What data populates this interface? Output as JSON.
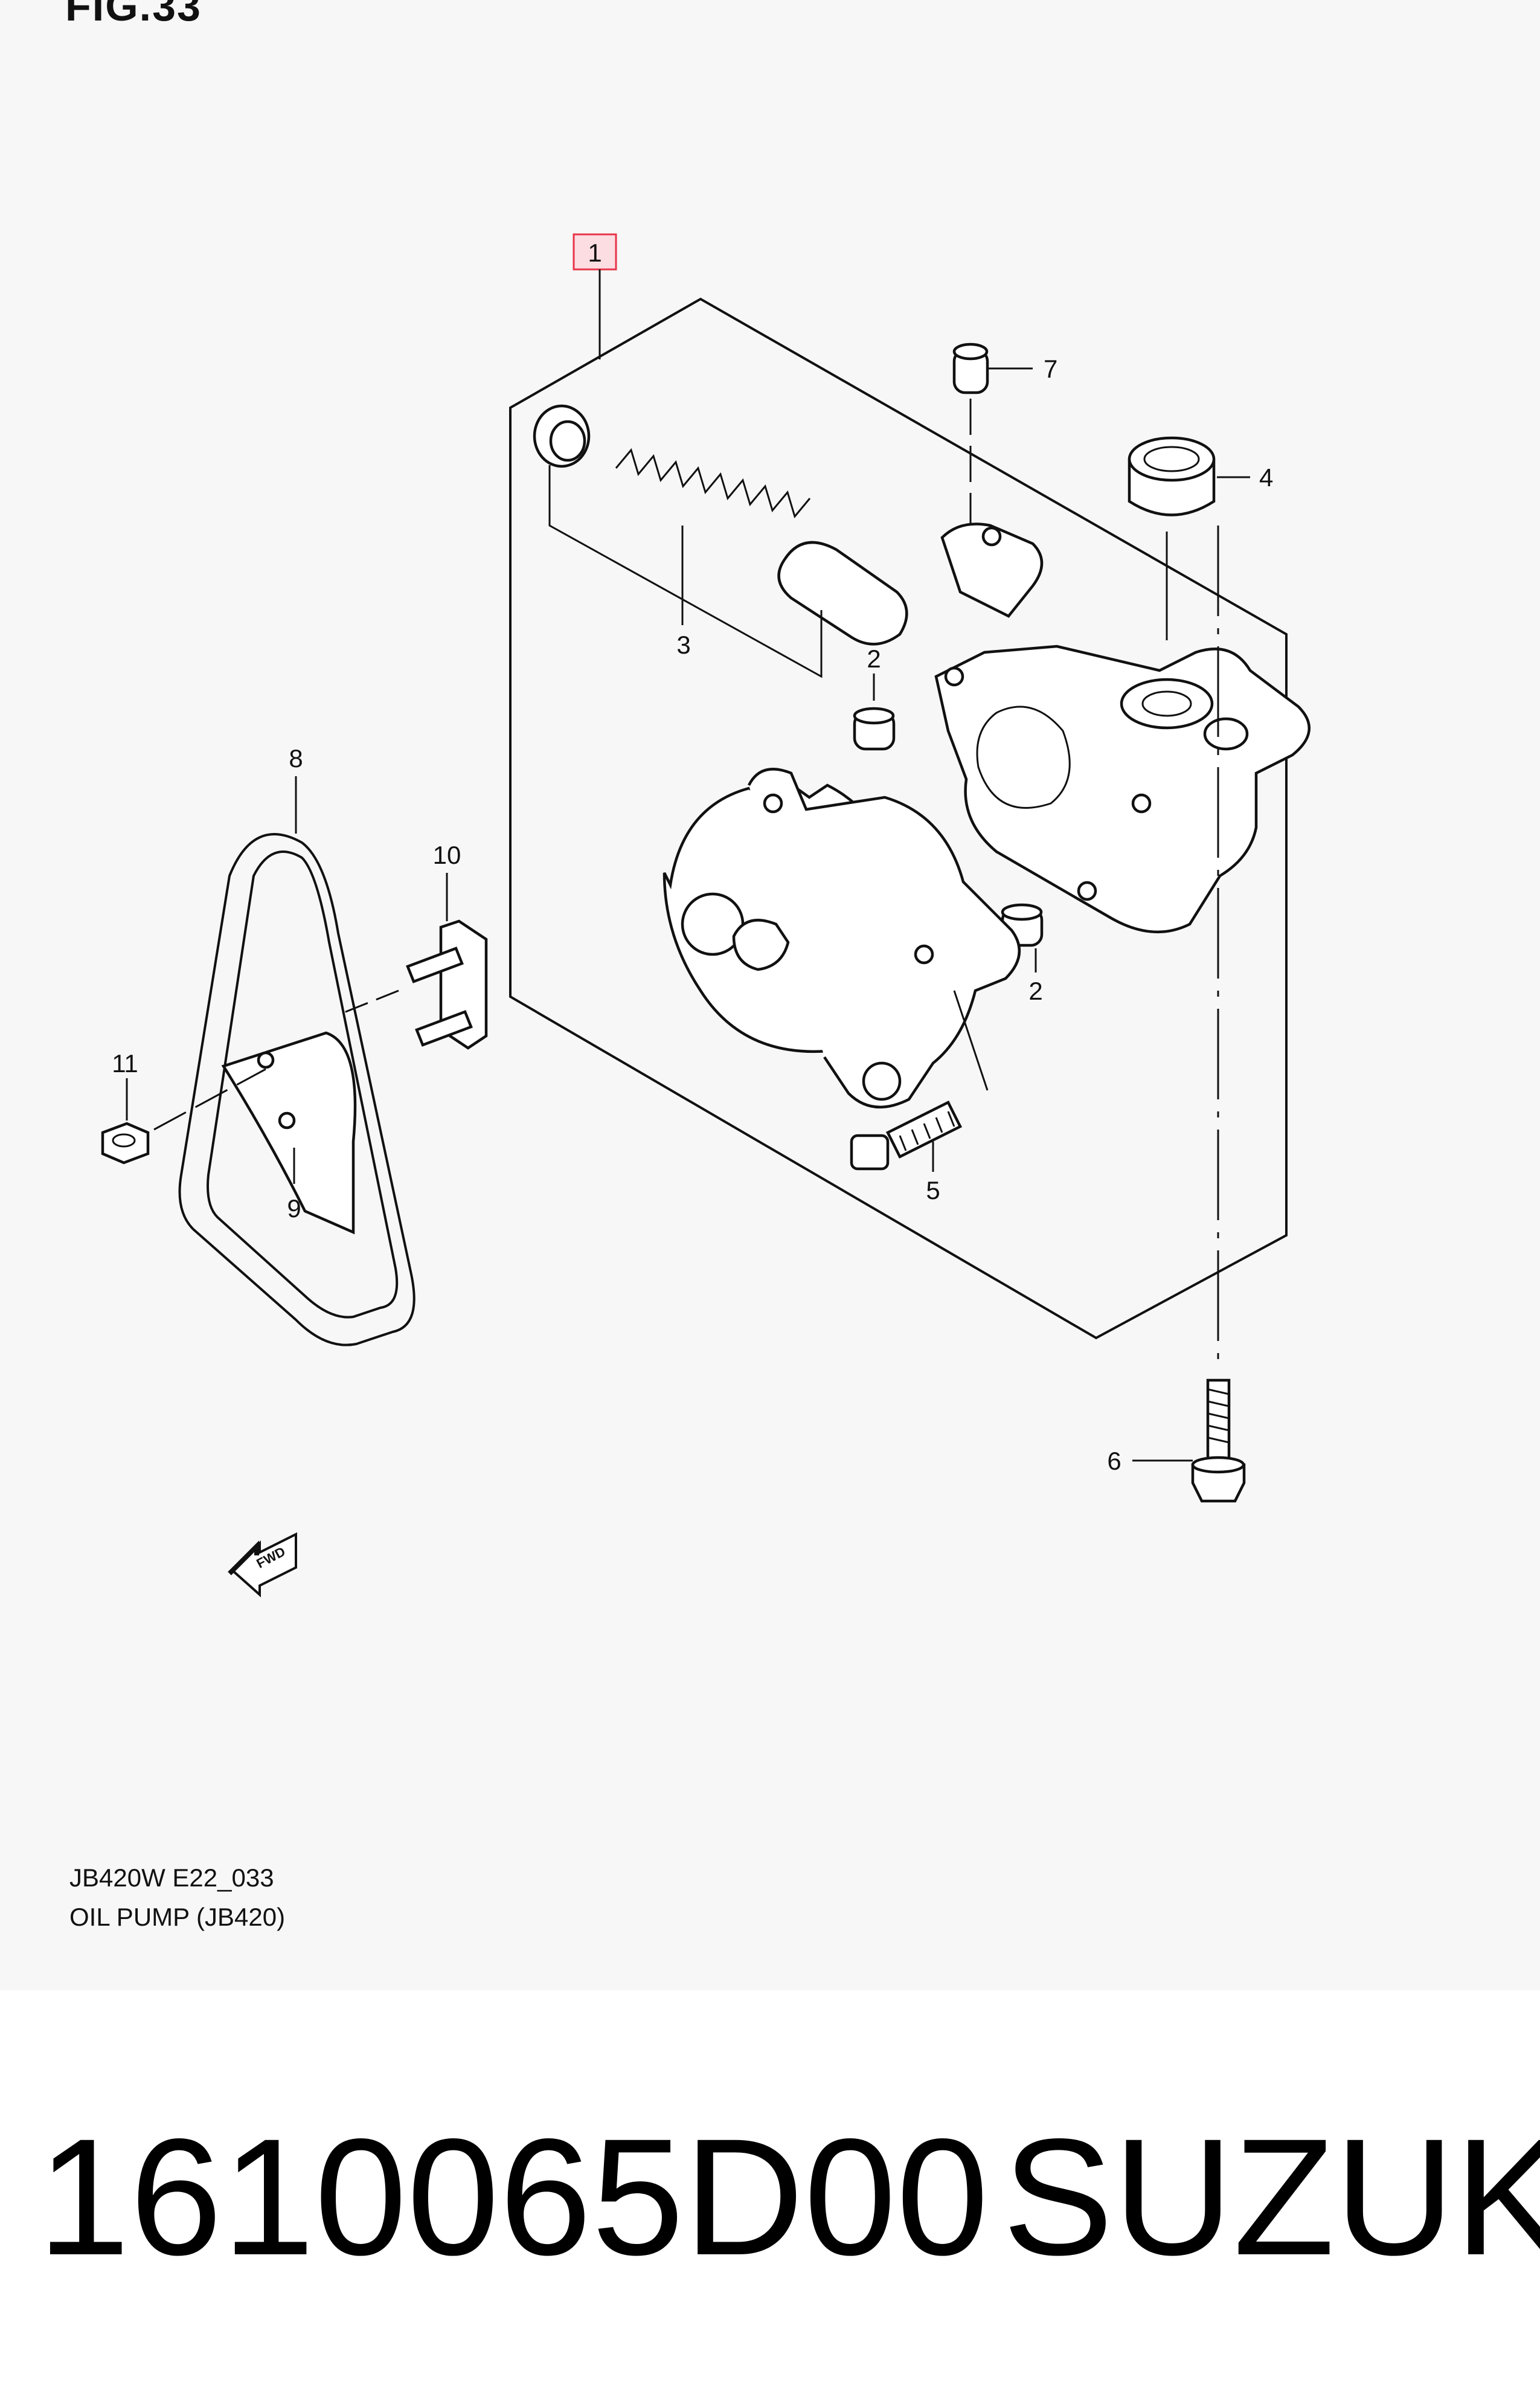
{
  "figure": {
    "title": "FIG.33",
    "code": "JB420W E22_033",
    "name": "OIL PUMP (JB420)",
    "fwd_label": "FWD"
  },
  "callouts": [
    "1",
    "2",
    "2",
    "3",
    "4",
    "5",
    "6",
    "7",
    "8",
    "9",
    "10",
    "11"
  ],
  "highlight_color": "#e8344a",
  "product": {
    "part_number": "1610065D00",
    "brand": "SUZUKI"
  }
}
